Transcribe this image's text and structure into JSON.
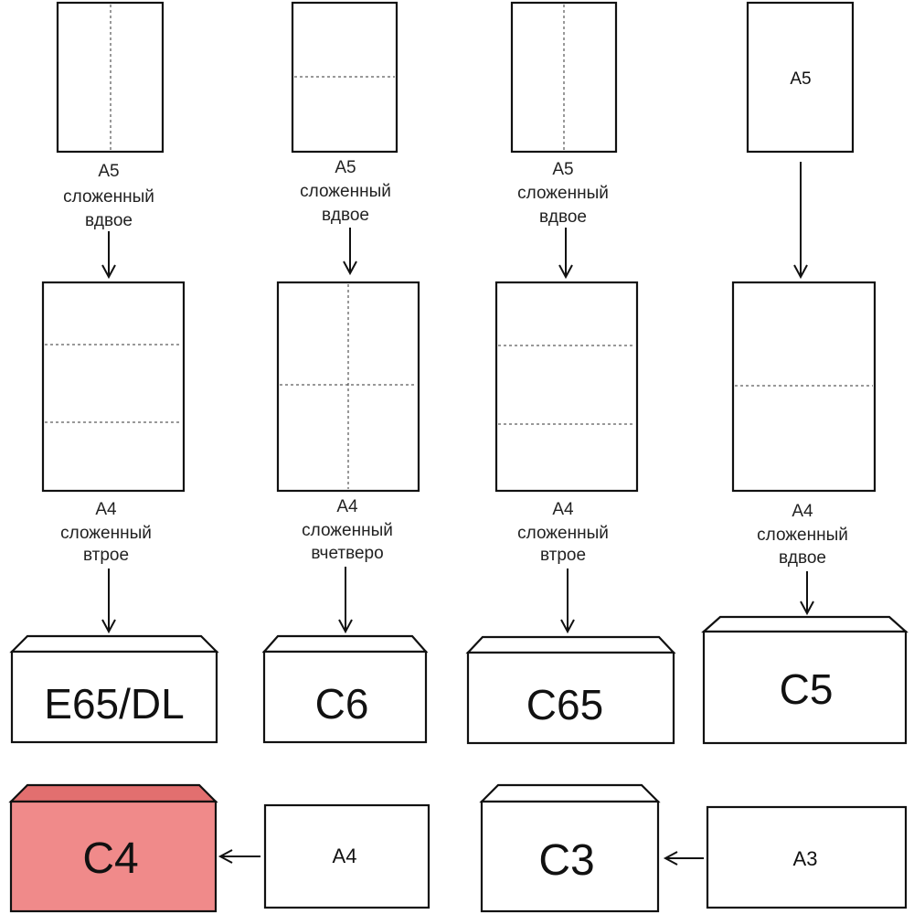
{
  "sheets": {
    "a5_1": "",
    "a5_2": "",
    "a5_3": "",
    "a5_4": "A5",
    "a4_bottom_1": "A4",
    "a3_bottom": "A3"
  },
  "captions": {
    "c1": [
      "A5",
      "сложенный",
      "вдвое"
    ],
    "c2": [
      "A5",
      "сложенный",
      "вдвое"
    ],
    "c3": [
      "A5",
      "сложенный",
      "вдвое"
    ],
    "c5": [
      "A4",
      "сложенный",
      "втрое"
    ],
    "c6": [
      "A4",
      "сложенный",
      "вчетверо"
    ],
    "c7": [
      "A4",
      "сложенный",
      "втрое"
    ],
    "c8": [
      "A4",
      "сложенный",
      "вдвое"
    ]
  },
  "envelopes": {
    "e1": "E65/DL",
    "e2": "C6",
    "e3": "C65",
    "e4": "C5",
    "e5": "C4",
    "e6": "C3"
  },
  "colors": {
    "highlight": "#f08a8a",
    "highlight_flap": "#e26f6f",
    "stroke": "#111111"
  }
}
